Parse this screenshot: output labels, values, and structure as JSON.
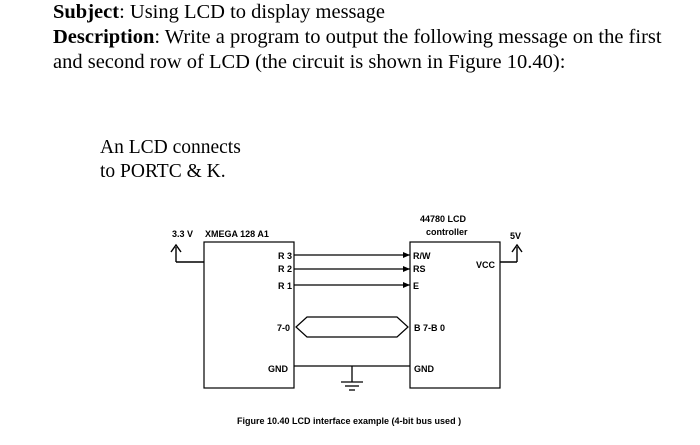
{
  "subject": {
    "label": "Subject",
    "text": ": Using LCD to display message"
  },
  "description": {
    "label": "Description",
    "text": ": Write a program to output the following message on the first and second row of LCD (the circuit is shown in Figure 10.40):"
  },
  "note": {
    "line1": "An LCD connects",
    "line2": "to PORTC & K."
  },
  "diagram": {
    "left_supply": "3.3 V",
    "left_chip": "XMEGA 128 A1",
    "left_pins": [
      "R 3",
      "R 2",
      "R 1"
    ],
    "left_bus": "7-0",
    "left_gnd": "GND",
    "right_chip_line1": "44780 LCD",
    "right_chip_line2": "controller",
    "right_supply": "5V",
    "right_pins": [
      "R/W",
      "RS",
      "E"
    ],
    "right_vcc": "VCC",
    "right_bus": "B 7-B 0",
    "right_gnd": "GND",
    "caption": "Figure 10.40 LCD interface example (4-bit bus used )"
  }
}
